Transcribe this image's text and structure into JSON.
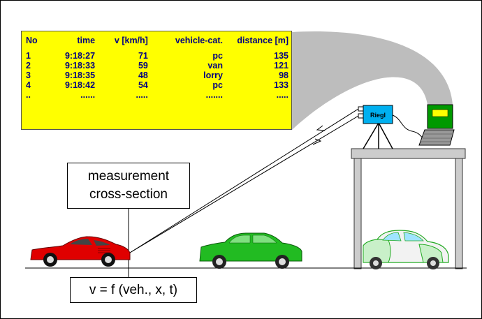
{
  "table": {
    "headers": [
      "No",
      "time",
      "v [km/h]",
      "vehicle-cat.",
      "distance [m]"
    ],
    "rows": [
      [
        "1",
        "9:18:27",
        "71",
        "pc",
        "135"
      ],
      [
        "2",
        "9:18:33",
        "59",
        "van",
        "121"
      ],
      [
        "3",
        "9:18:35",
        "48",
        "lorry",
        "98"
      ],
      [
        "4",
        "9:18:42",
        "54",
        "pc",
        "133"
      ],
      [
        "..",
        "......",
        ".....",
        ".......",
        "....."
      ]
    ]
  },
  "device_label": "Riegl",
  "cross_section_label": [
    "measurement",
    "cross-section"
  ],
  "formula": "v = f (veh., x, t)",
  "colors": {
    "table_bg": "#ffff00",
    "table_text": "#000080",
    "device": "#00b0f0",
    "red_car": "#e00000",
    "green_car": "#22bb22",
    "laptop_screen": "#009900",
    "gantry": "#cccccc"
  }
}
